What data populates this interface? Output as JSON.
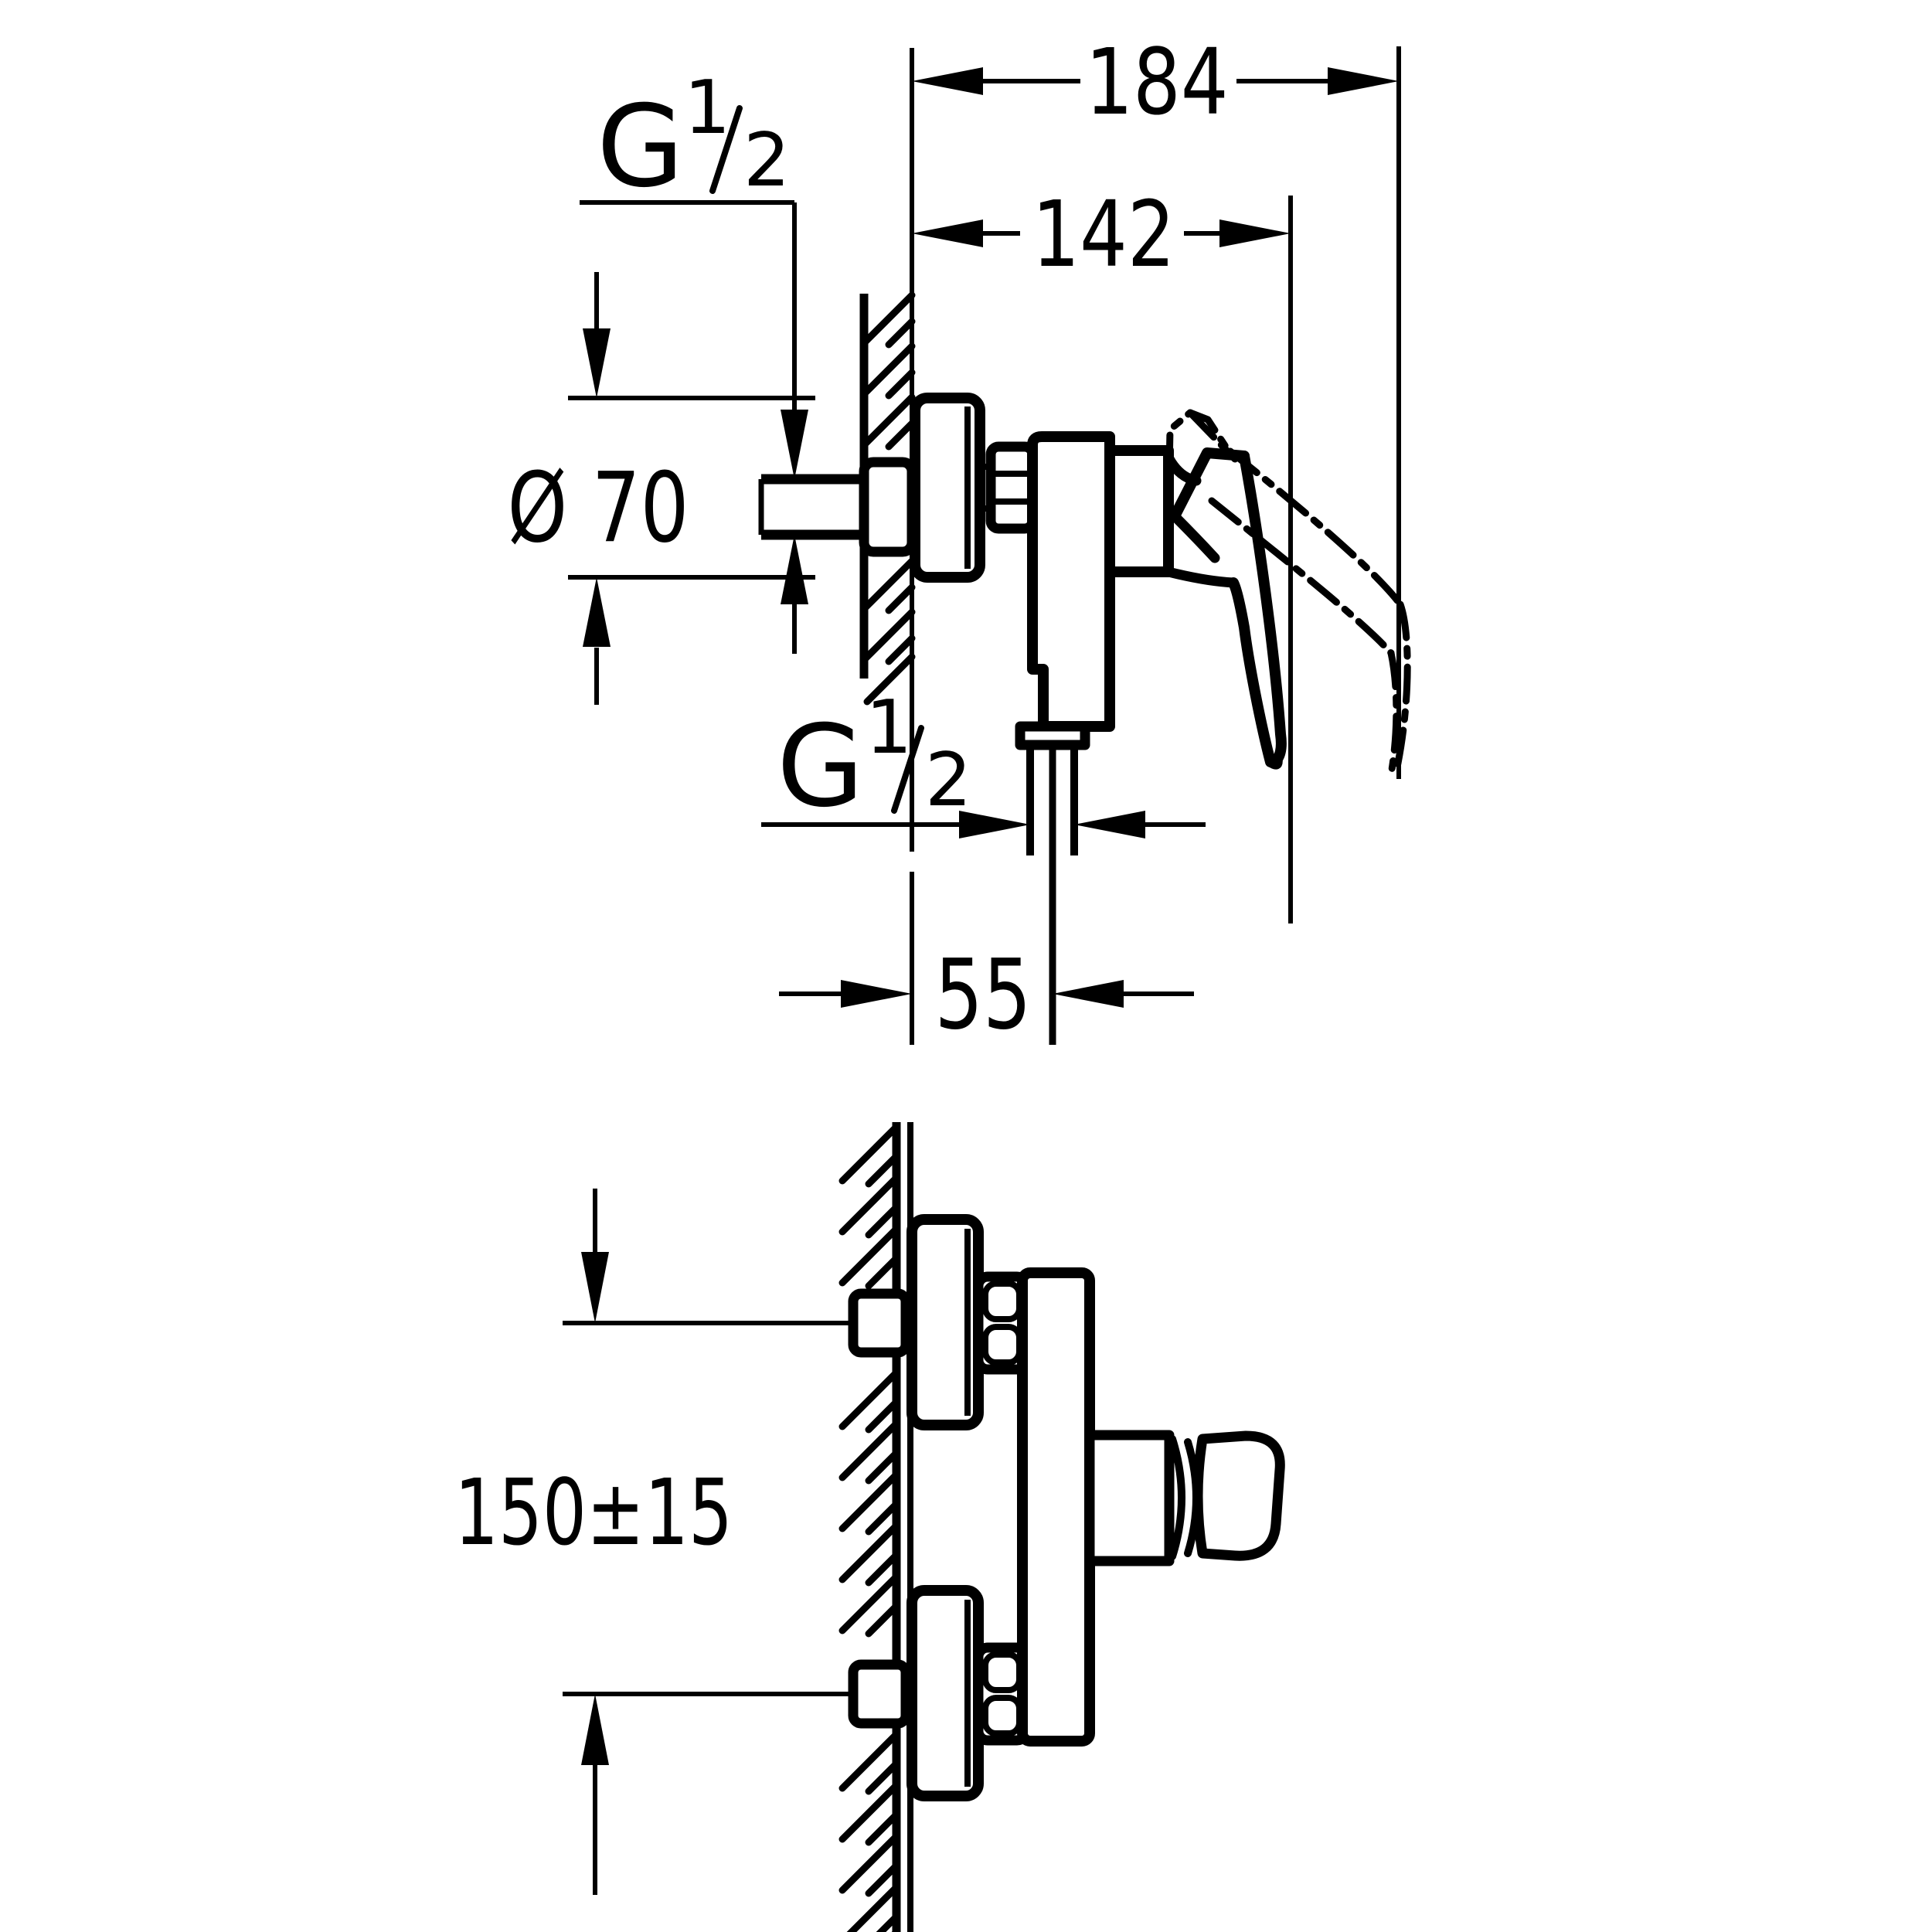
{
  "colors": {
    "background": "#ffffff",
    "ink": "#000000"
  },
  "side_view": {
    "dim_overall_depth": "184",
    "dim_body_depth": "142",
    "inlet_thread": {
      "prefix": "G",
      "numerator": "1",
      "denominator": "2"
    },
    "escutcheon_diameter": "Ø 70",
    "outlet_thread": {
      "prefix": "G",
      "numerator": "1",
      "denominator": "2"
    },
    "dim_outlet_wall_offset": "55"
  },
  "front_view": {
    "dim_inlet_spacing": "150±15"
  }
}
